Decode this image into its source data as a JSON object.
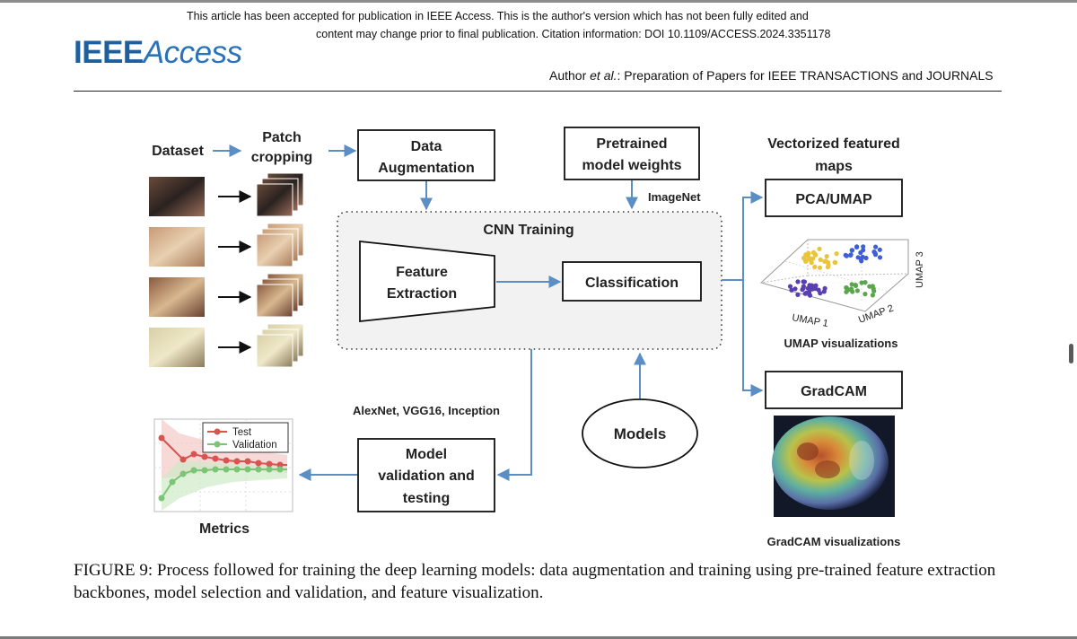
{
  "header": {
    "notice_line1": "This article has been accepted for publication in IEEE Access. This is the author's version which has not been fully edited and",
    "notice_line2": "content may change prior to final publication. Citation information: DOI 10.1109/ACCESS.2024.3351178",
    "logo_ieee": "IEEE",
    "logo_access": "Access",
    "author": "Author",
    "etal": "et al.",
    "running_title": ": Preparation of Papers for IEEE TRANSACTIONS and JOURNALS"
  },
  "figure": {
    "dataset": "Dataset",
    "patch_line1": "Patch",
    "patch_line2": "cropping",
    "aug_line1": "Data",
    "aug_line2": "Augmentation",
    "pretrained_line1": "Pretrained",
    "pretrained_line2": "model weights",
    "imagenet": "ImageNet",
    "cnn_training": "CNN Training",
    "feature_line1": "Feature",
    "feature_line2": "Extraction",
    "classification": "Classification",
    "vectorized_line1": "Vectorized featured",
    "vectorized_line2": "maps",
    "pca_umap": "PCA/UMAP",
    "umap1": "UMAP 1",
    "umap2": "UMAP 2",
    "umap3": "UMAP 3",
    "umap_vis": "UMAP visualizations",
    "gradcam": "GradCAM",
    "gradcam_vis": "GradCAM visualizations",
    "models": "Models",
    "backbones": "AlexNet, VGG16, Inception",
    "validation_line1": "Model",
    "validation_line2": "validation and",
    "validation_line3": "testing",
    "metrics": "Metrics",
    "legend_test": "Test",
    "legend_validation": "Validation",
    "colors": {
      "arrow": "#5b8ec4",
      "test": "#d9534f",
      "validation": "#7cc576",
      "cluster_yellow": "#e8c53a",
      "cluster_blue": "#3f5fd6",
      "cluster_purple": "#5a3fb0",
      "cluster_green": "#5aa64a"
    }
  },
  "caption": "FIGURE 9: Process followed for training the deep learning models: data augmentation and training using pre-trained feature extraction backbones, model selection and validation, and feature visualization."
}
